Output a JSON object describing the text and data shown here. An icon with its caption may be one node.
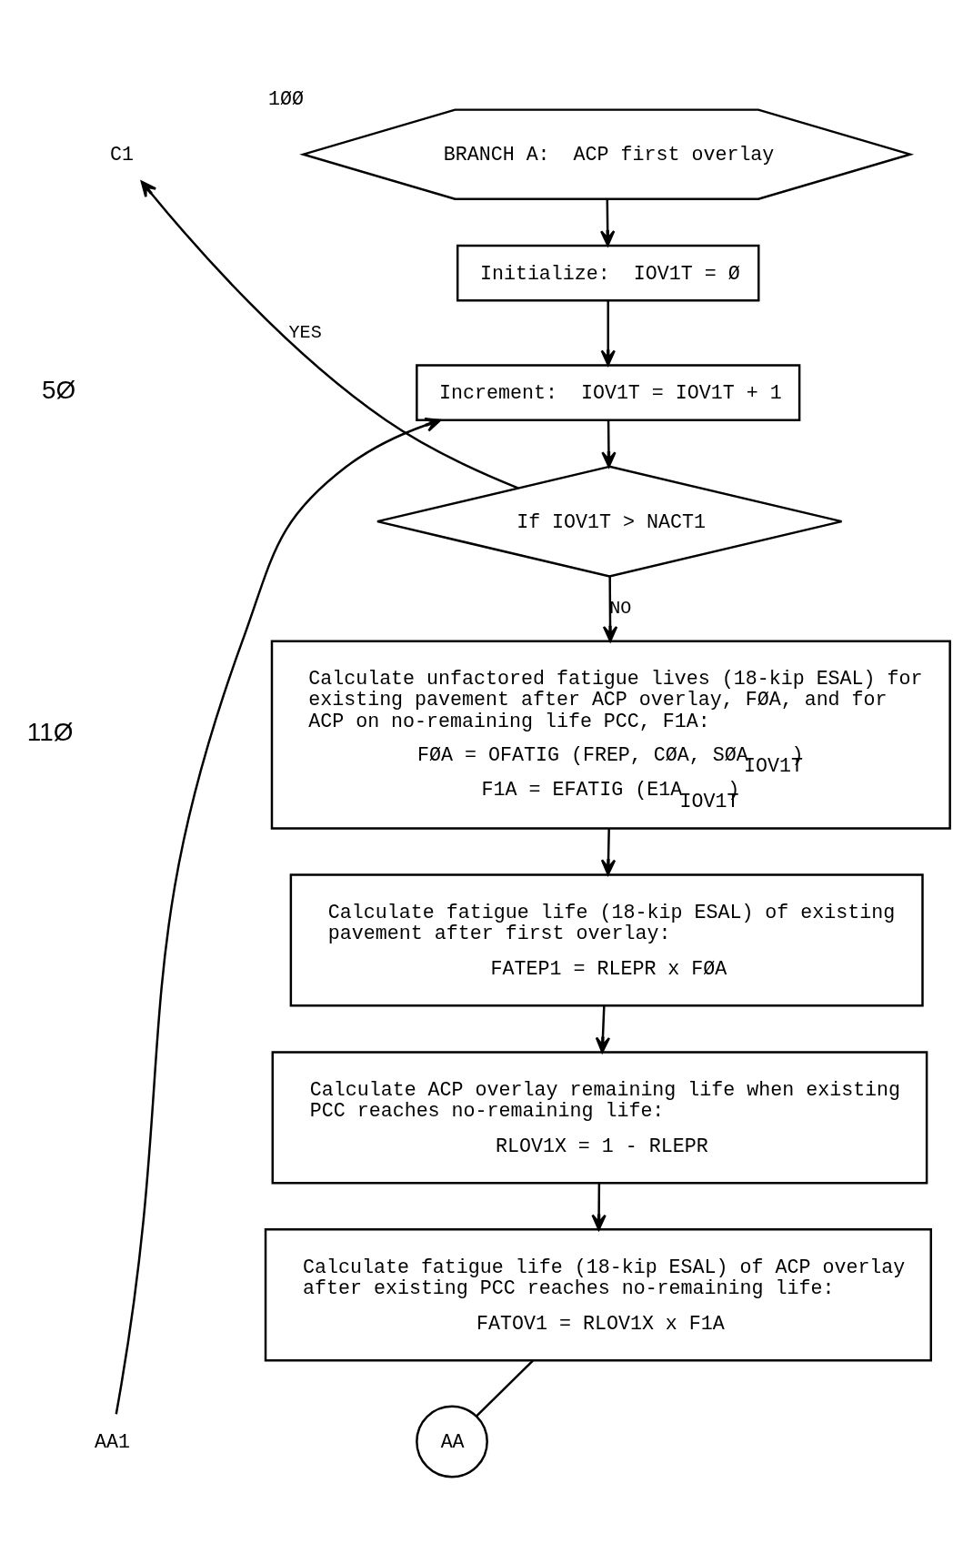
{
  "diagram": {
    "nodes": [
      {
        "text": [
          "BRANCH A:  ACP first overlay"
        ],
        "beside": [
          "1ØØ"
        ]
      },
      {
        "text": [
          "Initialize:  IOV1T = Ø"
        ]
      },
      {
        "text": [
          "Increment:  IOV1T = IOV1T + 1"
        ]
      },
      {
        "text": [
          "If IOV1T > NACT1"
        ]
      },
      {
        "text": [
          "Calculate unfactored fatigue lives (18-kip ESAL) for existing pavement after ACP overlay, FØA, and for ACP on no-remaining life PCC, F1A:",
          "FØA = OFATIG (FREP, CØA, SØA$_{IOV1T}$)",
          "F1A = EFATIG (E1A$_{IOV1T}$)"
        ]
      },
      {
        "text": [
          "Calculate fatigue life (18-kip ESAL) of existing pavement after first overlay:",
          "FATEP1 = RLEPR x FØA"
        ]
      },
      {
        "text": [
          "Calculate ACP overlay remaining life when existing PCC reaches no-remaining life:",
          "RLOV1X = 1 - RLEPR"
        ]
      },
      {
        "text": [
          "Calculate fatigue life (18-kip ESAL) of ACP overlay after existing PCC reaches no-remaining life:",
          "FATOV1 = RLOV1X x F1A"
        ]
      },
      {
        "text": [
          "AA"
        ]
      },
      {
        "text": [
          "C1"
        ]
      },
      {
        "text": [
          "AA1"
        ]
      }
    ],
    "edges": [
      {
        "from": 0,
        "to": 1,
        "arrow": "to"
      },
      {
        "from": 1,
        "to": 2,
        "arrow": "to"
      },
      {
        "from": 2,
        "to": 3,
        "arrow": "to"
      },
      {
        "from": 3,
        "to": 9,
        "arrow": "to",
        "label": "YES"
      },
      {
        "from": 3,
        "to": 4,
        "arrow": "to",
        "label": "NO"
      },
      {
        "from": 4,
        "to": 5,
        "arrow": "to"
      },
      {
        "from": 5,
        "to": 6,
        "arrow": "to"
      },
      {
        "from": 6,
        "to": 7,
        "arrow": "to"
      },
      {
        "from": 7,
        "to": 8,
        "arrow": "none"
      },
      {
        "from": 10,
        "to": 2,
        "arrow": "to"
      }
    ],
    "labels": [
      "5Ø",
      "11Ø"
    ]
  }
}
